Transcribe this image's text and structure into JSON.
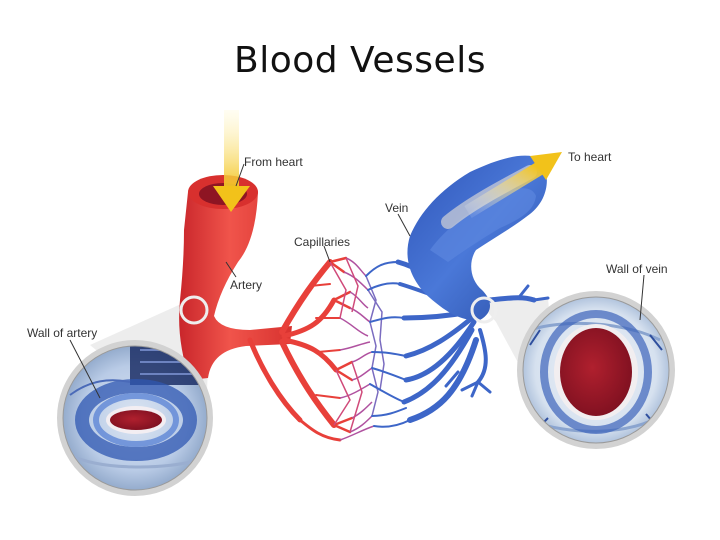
{
  "title": "Blood Vessels",
  "labels": {
    "from_heart": "From heart",
    "to_heart": "To heart",
    "vein": "Vein",
    "capillaries": "Capillaries",
    "artery": "Artery",
    "wall_of_artery": "Wall of artery",
    "wall_of_vein": "Wall of vein"
  },
  "colors": {
    "artery": "#e8403a",
    "vein": "#3d66c8",
    "arrow": "#f2c21a",
    "lumen": "#8e1523"
  }
}
